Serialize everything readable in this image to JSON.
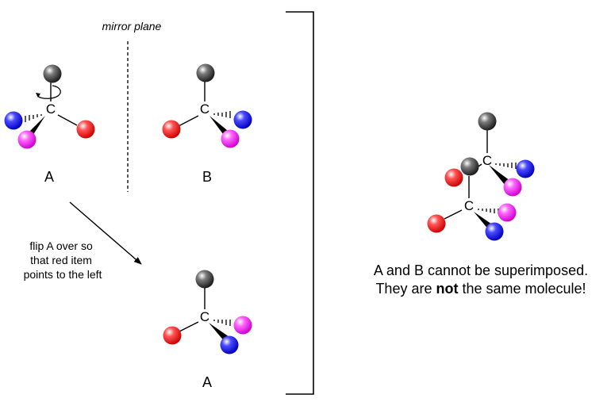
{
  "mirror_label": "mirror plane",
  "atom_symbol": "C",
  "molecule_a_label": "A",
  "molecule_b_label": "B",
  "molecule_a_flipped_label": "A",
  "flip_caption": [
    "flip A over so",
    "that red item",
    "points to the left"
  ],
  "conclusion": {
    "line1": "A and B cannot be superimposed.",
    "line2_before": "They are ",
    "line2_bold": "not",
    "line2_after": " the same molecule!"
  },
  "colors": {
    "black_ball": "#2a2a2a",
    "red_ball": "#ee1111",
    "blue_ball": "#1a1ae6",
    "magenta_ball": "#ee22ee"
  }
}
